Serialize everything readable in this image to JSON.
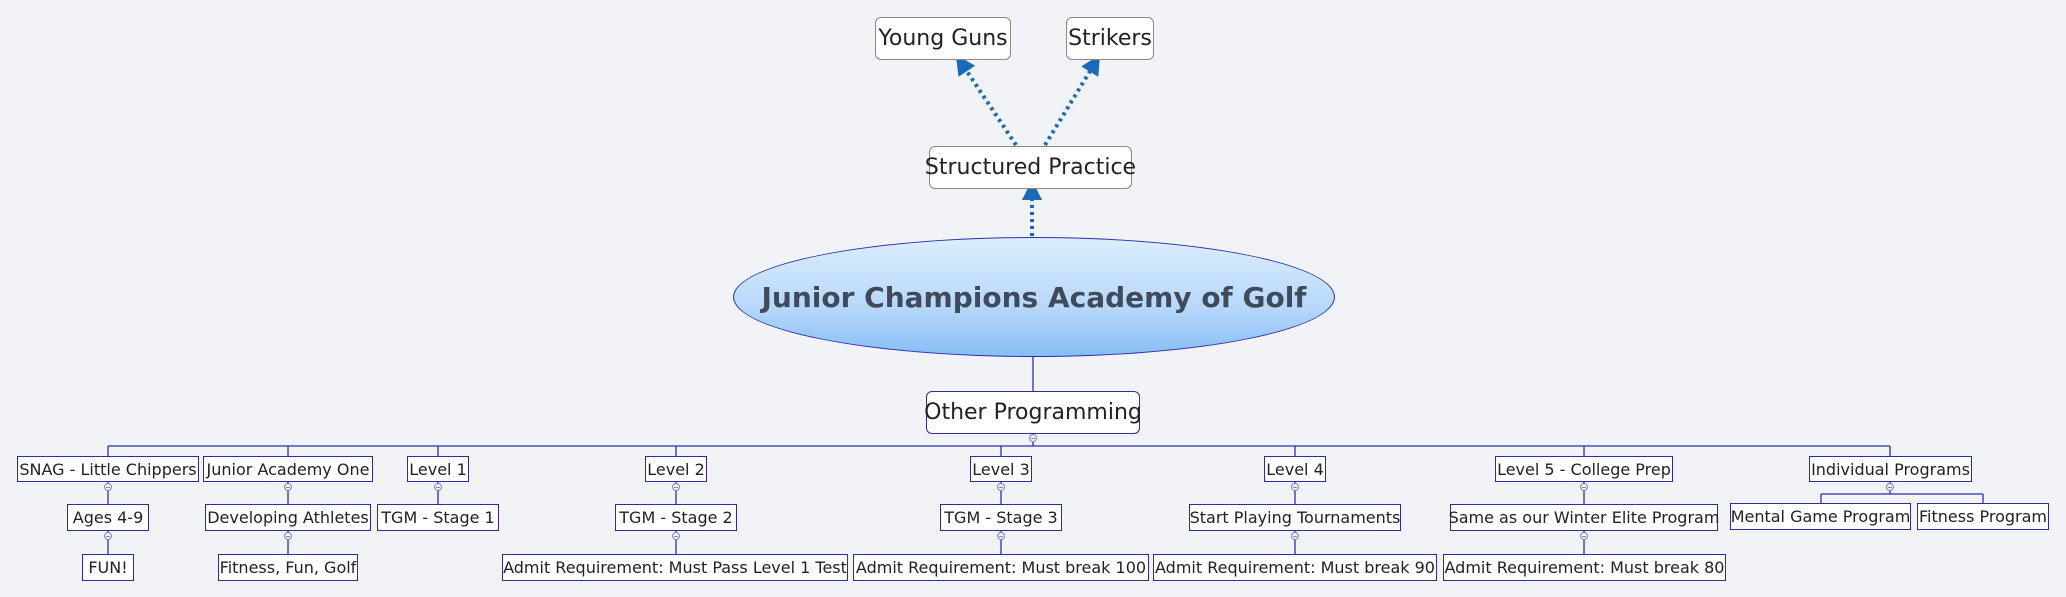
{
  "central": "Junior Champions Academy of Golf",
  "structured_practice": {
    "label": "Structured Practice",
    "children": [
      "Young Guns",
      "Strikers"
    ]
  },
  "other_programming": {
    "label": "Other Programming",
    "branches": [
      {
        "label": "SNAG - Little Chippers",
        "children": [
          "Ages 4-9",
          "FUN!"
        ]
      },
      {
        "label": "Junior Academy One",
        "children": [
          "Developing Athletes",
          "Fitness, Fun, Golf"
        ]
      },
      {
        "label": "Level 1",
        "children": [
          "TGM - Stage 1"
        ]
      },
      {
        "label": "Level 2",
        "children": [
          "TGM - Stage 2",
          "Admit Requirement:  Must Pass Level 1 Test"
        ]
      },
      {
        "label": "Level 3",
        "children": [
          "TGM - Stage 3",
          "Admit Requirement:  Must break 100"
        ]
      },
      {
        "label": "Level 4",
        "children": [
          "Start Playing Tournaments",
          "Admit Requirement:  Must break 90"
        ]
      },
      {
        "label": "Level 5 - College Prep",
        "children": [
          "Same as our Winter Elite Program",
          "Admit Requirement:  Must break 80"
        ]
      },
      {
        "label": "Individual Programs",
        "children": [
          "Mental Game Program",
          "Fitness Program"
        ]
      }
    ]
  },
  "colors": {
    "connector": "#2a2fa8",
    "dotted_arrow": "#1a6ab8",
    "background": "#f2f3f7"
  }
}
